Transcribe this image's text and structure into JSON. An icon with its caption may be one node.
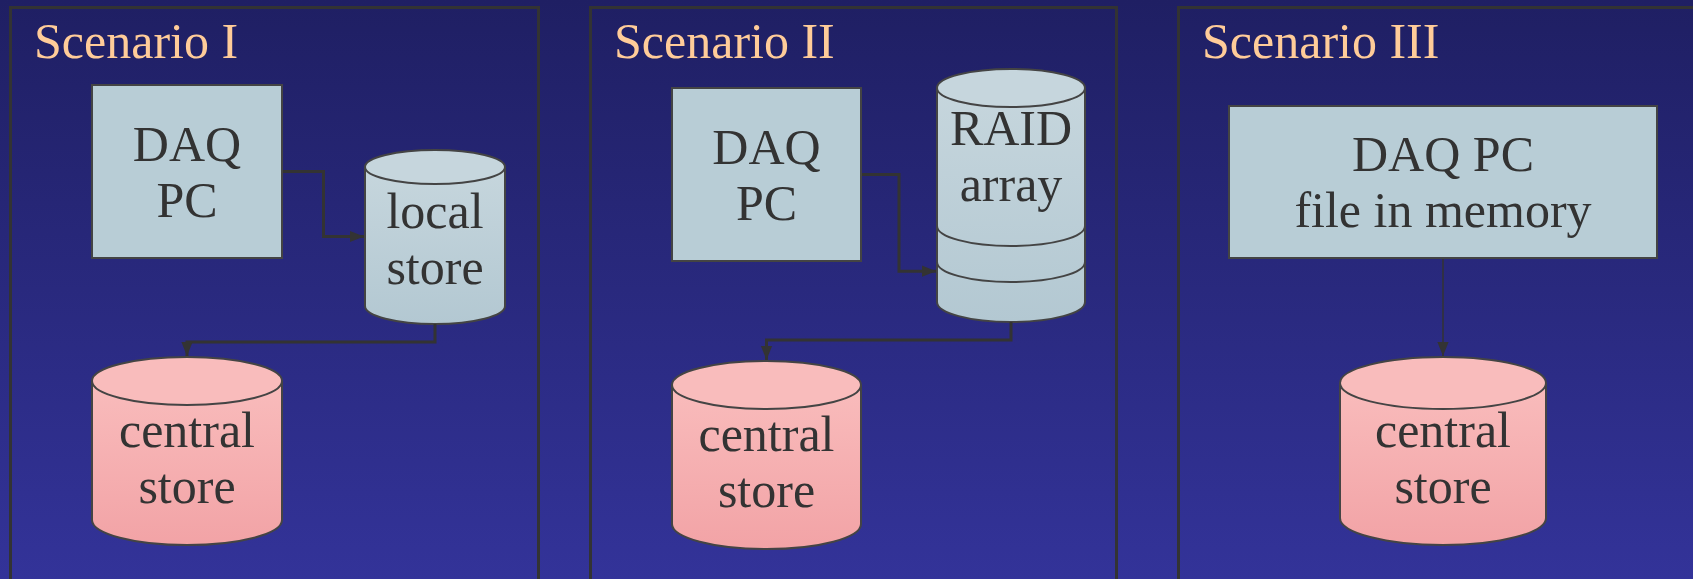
{
  "diagram": {
    "nodes": [
      {
        "text": [
          "Scenario I"
        ]
      },
      {
        "text": [
          "DAQ PC"
        ],
        "in": 0
      },
      {
        "text": [
          "local store"
        ],
        "in": 0
      },
      {
        "text": [
          "central store"
        ],
        "in": 0
      },
      {
        "text": [
          "Scenario II"
        ]
      },
      {
        "text": [
          "DAQ PC"
        ],
        "in": 4
      },
      {
        "text": [
          "RAID array"
        ],
        "in": 4
      },
      {
        "text": [
          "central store"
        ],
        "in": 4
      },
      {
        "text": [
          "Scenario III"
        ]
      },
      {
        "text": [
          "DAQ PC",
          "file in memory"
        ],
        "in": 8
      },
      {
        "text": [
          "central store"
        ],
        "in": 8
      }
    ],
    "edges": [
      {
        "from": 1,
        "to": 2,
        "arrow": "to"
      },
      {
        "from": 2,
        "to": 3,
        "arrow": "to"
      },
      {
        "from": 5,
        "to": 6,
        "arrow": "to"
      },
      {
        "from": 6,
        "to": 7,
        "arrow": "to"
      },
      {
        "from": 9,
        "to": 10,
        "arrow": "to"
      }
    ]
  }
}
